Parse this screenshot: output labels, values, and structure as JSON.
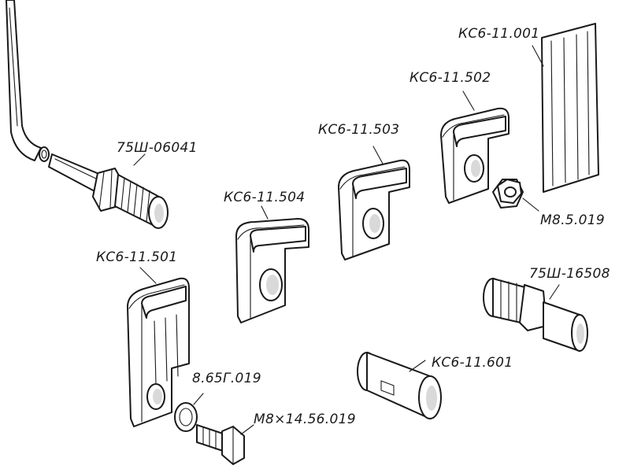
{
  "labels": {
    "tube_fitting": "75Ш-06041",
    "clip_504": "КС6-11.504",
    "clip_503": "КС6-11.503",
    "clip_502": "КС6-11.502",
    "plate": "КС6-11.001",
    "nut": "М8.5.019",
    "clip_501": "КС6-11.501",
    "adapter": "75Ш-16508",
    "coupling": "КС6-11.601",
    "washer": "8.65Г.019",
    "bolt": "М8×14.56.019"
  }
}
